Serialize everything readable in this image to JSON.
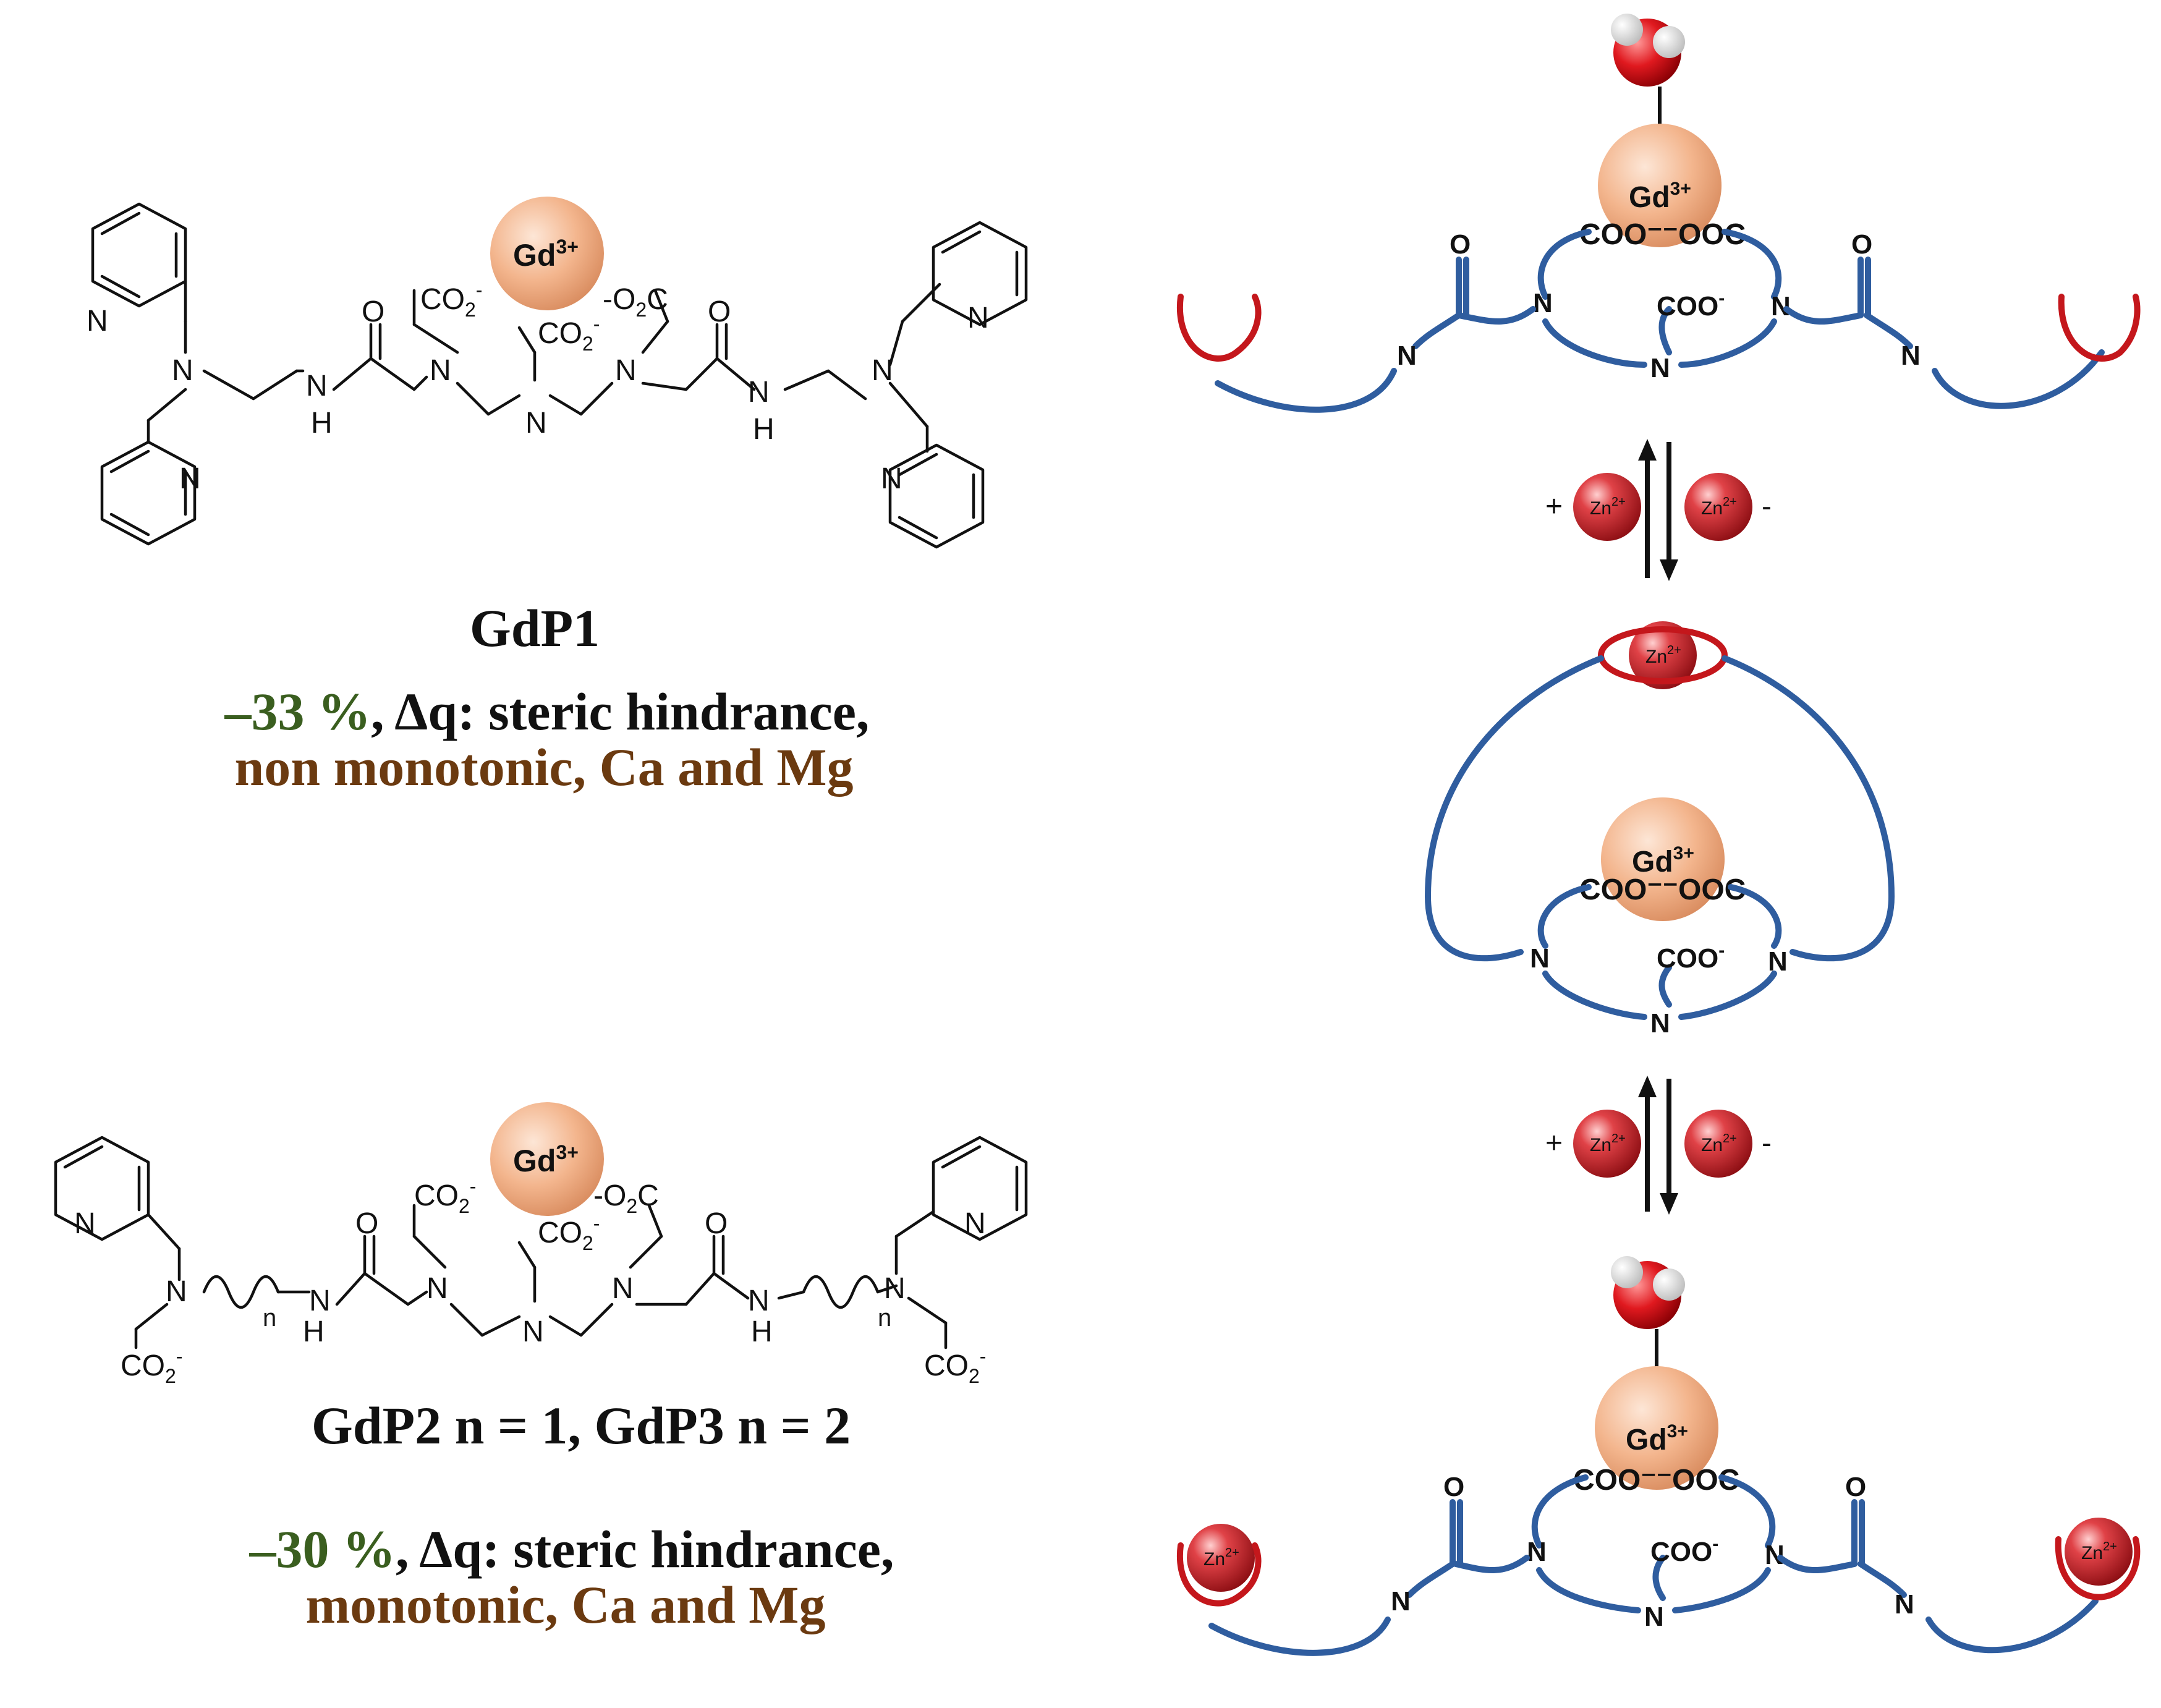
{
  "structures": {
    "gd_label": "Gd",
    "gd_charge": "3+",
    "n_atom": "N",
    "o_atom": "O",
    "nh_h": "H",
    "co2_left": "CO",
    "co2_sub": "2",
    "co2_minus": "-",
    "o2c_left": "-O",
    "o2c_right": "C",
    "n_repeat": "n"
  },
  "gdp1": {
    "title": "GdP1",
    "stat_pct": "–33 %",
    "stat_rest": ", Δq: steric hindrance,",
    "line2_a": "non monotonic",
    "line2_b": ", Ca and Mg"
  },
  "gdp23": {
    "title": "GdP2 n = 1, GdP3 n = 2",
    "stat_pct": "–30 %",
    "stat_rest": ", Δq: steric hindrance,",
    "line2_a": "monotonic",
    "line2_b": ", Ca and Mg"
  },
  "mechanism": {
    "coo_pair": "COO⁻⁻OOC",
    "coo_single": "COO",
    "coo_minus": "-",
    "zn_label": "Zn",
    "zn_charge": "2+",
    "plus_sign": "+",
    "minus_sign": "-"
  },
  "colors": {
    "gd_sphere": "#f3b58d",
    "zn_sphere": "#d9242a",
    "chain": "#2f5d9f",
    "cup": "#c4171c",
    "green_text": "#3a5e1f",
    "brown_text": "#6b3a10"
  }
}
